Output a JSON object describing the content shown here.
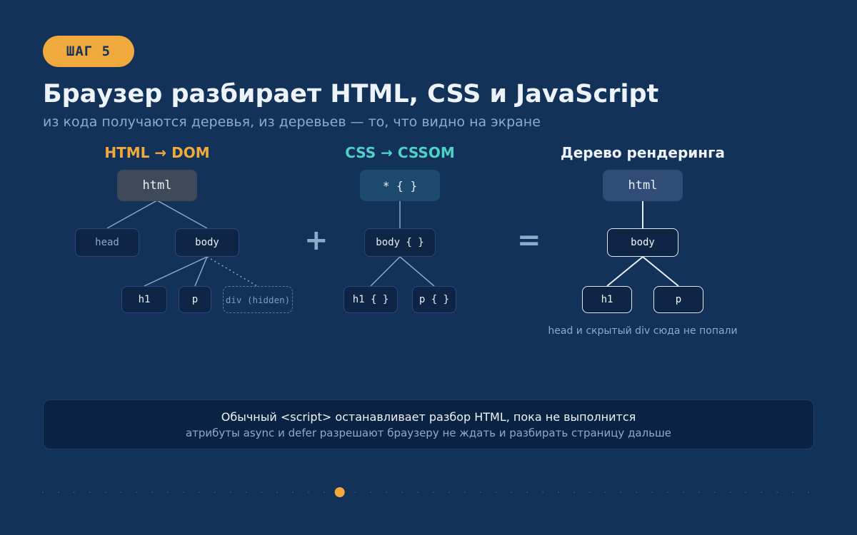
{
  "badge": "ШАГ 5",
  "title": "Браузер разбирает HTML, CSS и JavaScript",
  "subtitle": "из кода получаются деревья, из деревьев — то, что видно на экране",
  "colors": {
    "background": "#12325a",
    "accent_orange": "#f0a93d",
    "accent_teal": "#4fd1c5"
  },
  "columns": {
    "dom": {
      "title": "HTML → DOM",
      "nodes": {
        "root": "html",
        "head": "head",
        "body": "body",
        "h1": "h1",
        "p": "p",
        "hidden": "div (hidden)"
      }
    },
    "cssom": {
      "title": "CSS → CSSOM",
      "nodes": {
        "root": "* { }",
        "body": "body { }",
        "h1": "h1 { }",
        "p": "p { }"
      }
    },
    "render": {
      "title": "Дерево рендеринга",
      "nodes": {
        "root": "html",
        "body": "body",
        "h1": "h1",
        "p": "p"
      },
      "note": "head и скрытый div сюда не попали"
    }
  },
  "operators": {
    "plus": "+",
    "equals": "="
  },
  "panel": {
    "main": "Обычный <script> останавливает разбор HTML, пока не выполнится",
    "sub": "атрибуты async и defer разрешают браузеру не ждать и разбирать страницу дальше"
  },
  "pagination": {
    "current": 19,
    "total": 50
  }
}
